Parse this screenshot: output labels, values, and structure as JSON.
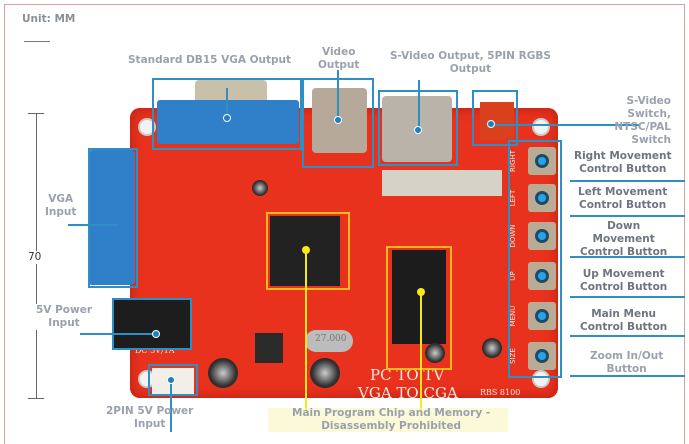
{
  "unit_label": "Unit: MM",
  "dimension_label": "70",
  "labels": {
    "vga_output": "Standard DB15 VGA Output",
    "video_output": [
      "Video",
      "Output"
    ],
    "svideo_output": [
      "S-Video Output, 5PIN RGBS",
      "Output"
    ],
    "svideo_switch": [
      "S-Video",
      "Switch,",
      "NTSC/PAL",
      "Switch"
    ],
    "right_button": [
      "Right Movement",
      "Control Button"
    ],
    "left_button": [
      "Left Movement",
      "Control Button"
    ],
    "down_button": [
      "Down",
      "Movement",
      "Control Button"
    ],
    "up_button": [
      "Up Movement",
      "Control Button"
    ],
    "menu_button": [
      "Main Menu",
      "Control Button"
    ],
    "zoom_button": [
      "Zoom In/Out",
      "Button"
    ],
    "vga_input": [
      "VGA",
      "Input"
    ],
    "power_input": [
      "5V Power",
      "Input"
    ],
    "pin_power": [
      "2PIN 5V Power",
      "Input"
    ],
    "main_chip": [
      "Main Program Chip and Memory -",
      "Disassembly Prohibited"
    ]
  },
  "board_text": {
    "line1": "PC  TO  TV",
    "line2": "VGA  TO  CGA",
    "model": "RBS 8100",
    "dc": "DC 5V/1A",
    "crystal": "27.000",
    "buttons": [
      "RIGHT",
      "LEFT",
      "DOWN",
      "UP",
      "MENU",
      "SIZE"
    ]
  },
  "colors": {
    "board": "#e8321e",
    "callout": "#2e8fc4",
    "highlight": "#f3b91a"
  }
}
